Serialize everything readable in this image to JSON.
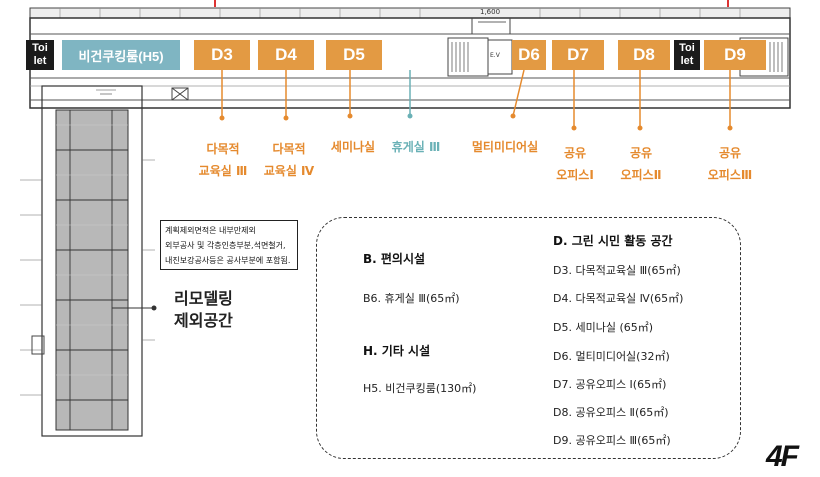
{
  "plan": {
    "toilet_left": [
      "Toi",
      "let"
    ],
    "toilet_right": [
      "Toi",
      "let"
    ],
    "rooms": [
      {
        "id": "H5",
        "label": "비건쿠킹룸(H5)",
        "color": "#7fb5c2"
      },
      {
        "id": "D3",
        "label": "D3",
        "color": "#e39a43"
      },
      {
        "id": "D4",
        "label": "D4",
        "color": "#e39a43"
      },
      {
        "id": "D5",
        "label": "D5",
        "color": "#e39a43"
      },
      {
        "id": "D6",
        "label": "D6",
        "color": "#e39a43"
      },
      {
        "id": "D7",
        "label": "D7",
        "color": "#e39a43"
      },
      {
        "id": "D8",
        "label": "D8",
        "color": "#e39a43"
      },
      {
        "id": "D9",
        "label": "D9",
        "color": "#e39a43"
      }
    ],
    "dimension": "1,600",
    "elevator": "E.V"
  },
  "callouts": [
    {
      "lines": [
        "다목적",
        "교육실 Ⅲ"
      ]
    },
    {
      "lines": [
        "다목적",
        "교육실 Ⅳ"
      ]
    },
    {
      "lines": [
        "세미나실"
      ]
    },
    {
      "lines": [
        "휴게실 Ⅲ"
      ]
    },
    {
      "lines": [
        "멀티미디어실"
      ]
    },
    {
      "lines": [
        "공유",
        "오피스Ⅰ"
      ]
    },
    {
      "lines": [
        "공유",
        "오피스Ⅱ"
      ]
    },
    {
      "lines": [
        "공유",
        "오피스Ⅲ"
      ]
    }
  ],
  "note": [
    "계획제외면적은 내부만제외",
    "외부공사 및 각층인층부분,석면철거,",
    "내진보강공사등은 공사부분에 포함됨."
  ],
  "remodel": [
    "리모델링",
    "제외공간"
  ],
  "legend": {
    "B_title": "B. 편의시설",
    "B_items": [
      "B6. 휴게실 Ⅲ(65㎡)"
    ],
    "H_title": "H. 기타 시설",
    "H_items": [
      "H5. 비건쿠킹룸(130㎡)"
    ],
    "D_title": "D. 그린 시민 활동 공간",
    "D_items": [
      "D3. 다목적교육실 Ⅲ(65㎡)",
      "D4. 다목적교육실 Ⅳ(65㎡)",
      "D5. 세미나실 (65㎡)",
      "D6. 멀티미디어실(32㎡)",
      "D7. 공유오피스 Ⅰ(65㎡)",
      "D8. 공유오피스 Ⅱ(65㎡)",
      "D9. 공유오피스 Ⅲ(65㎡)"
    ]
  },
  "floor_label": "4F",
  "colors": {
    "accent_orange": "#e39a43",
    "accent_teal": "#7fb5c2",
    "callout_orange": "#e58a2e",
    "callout_teal": "#6ab1b6"
  }
}
